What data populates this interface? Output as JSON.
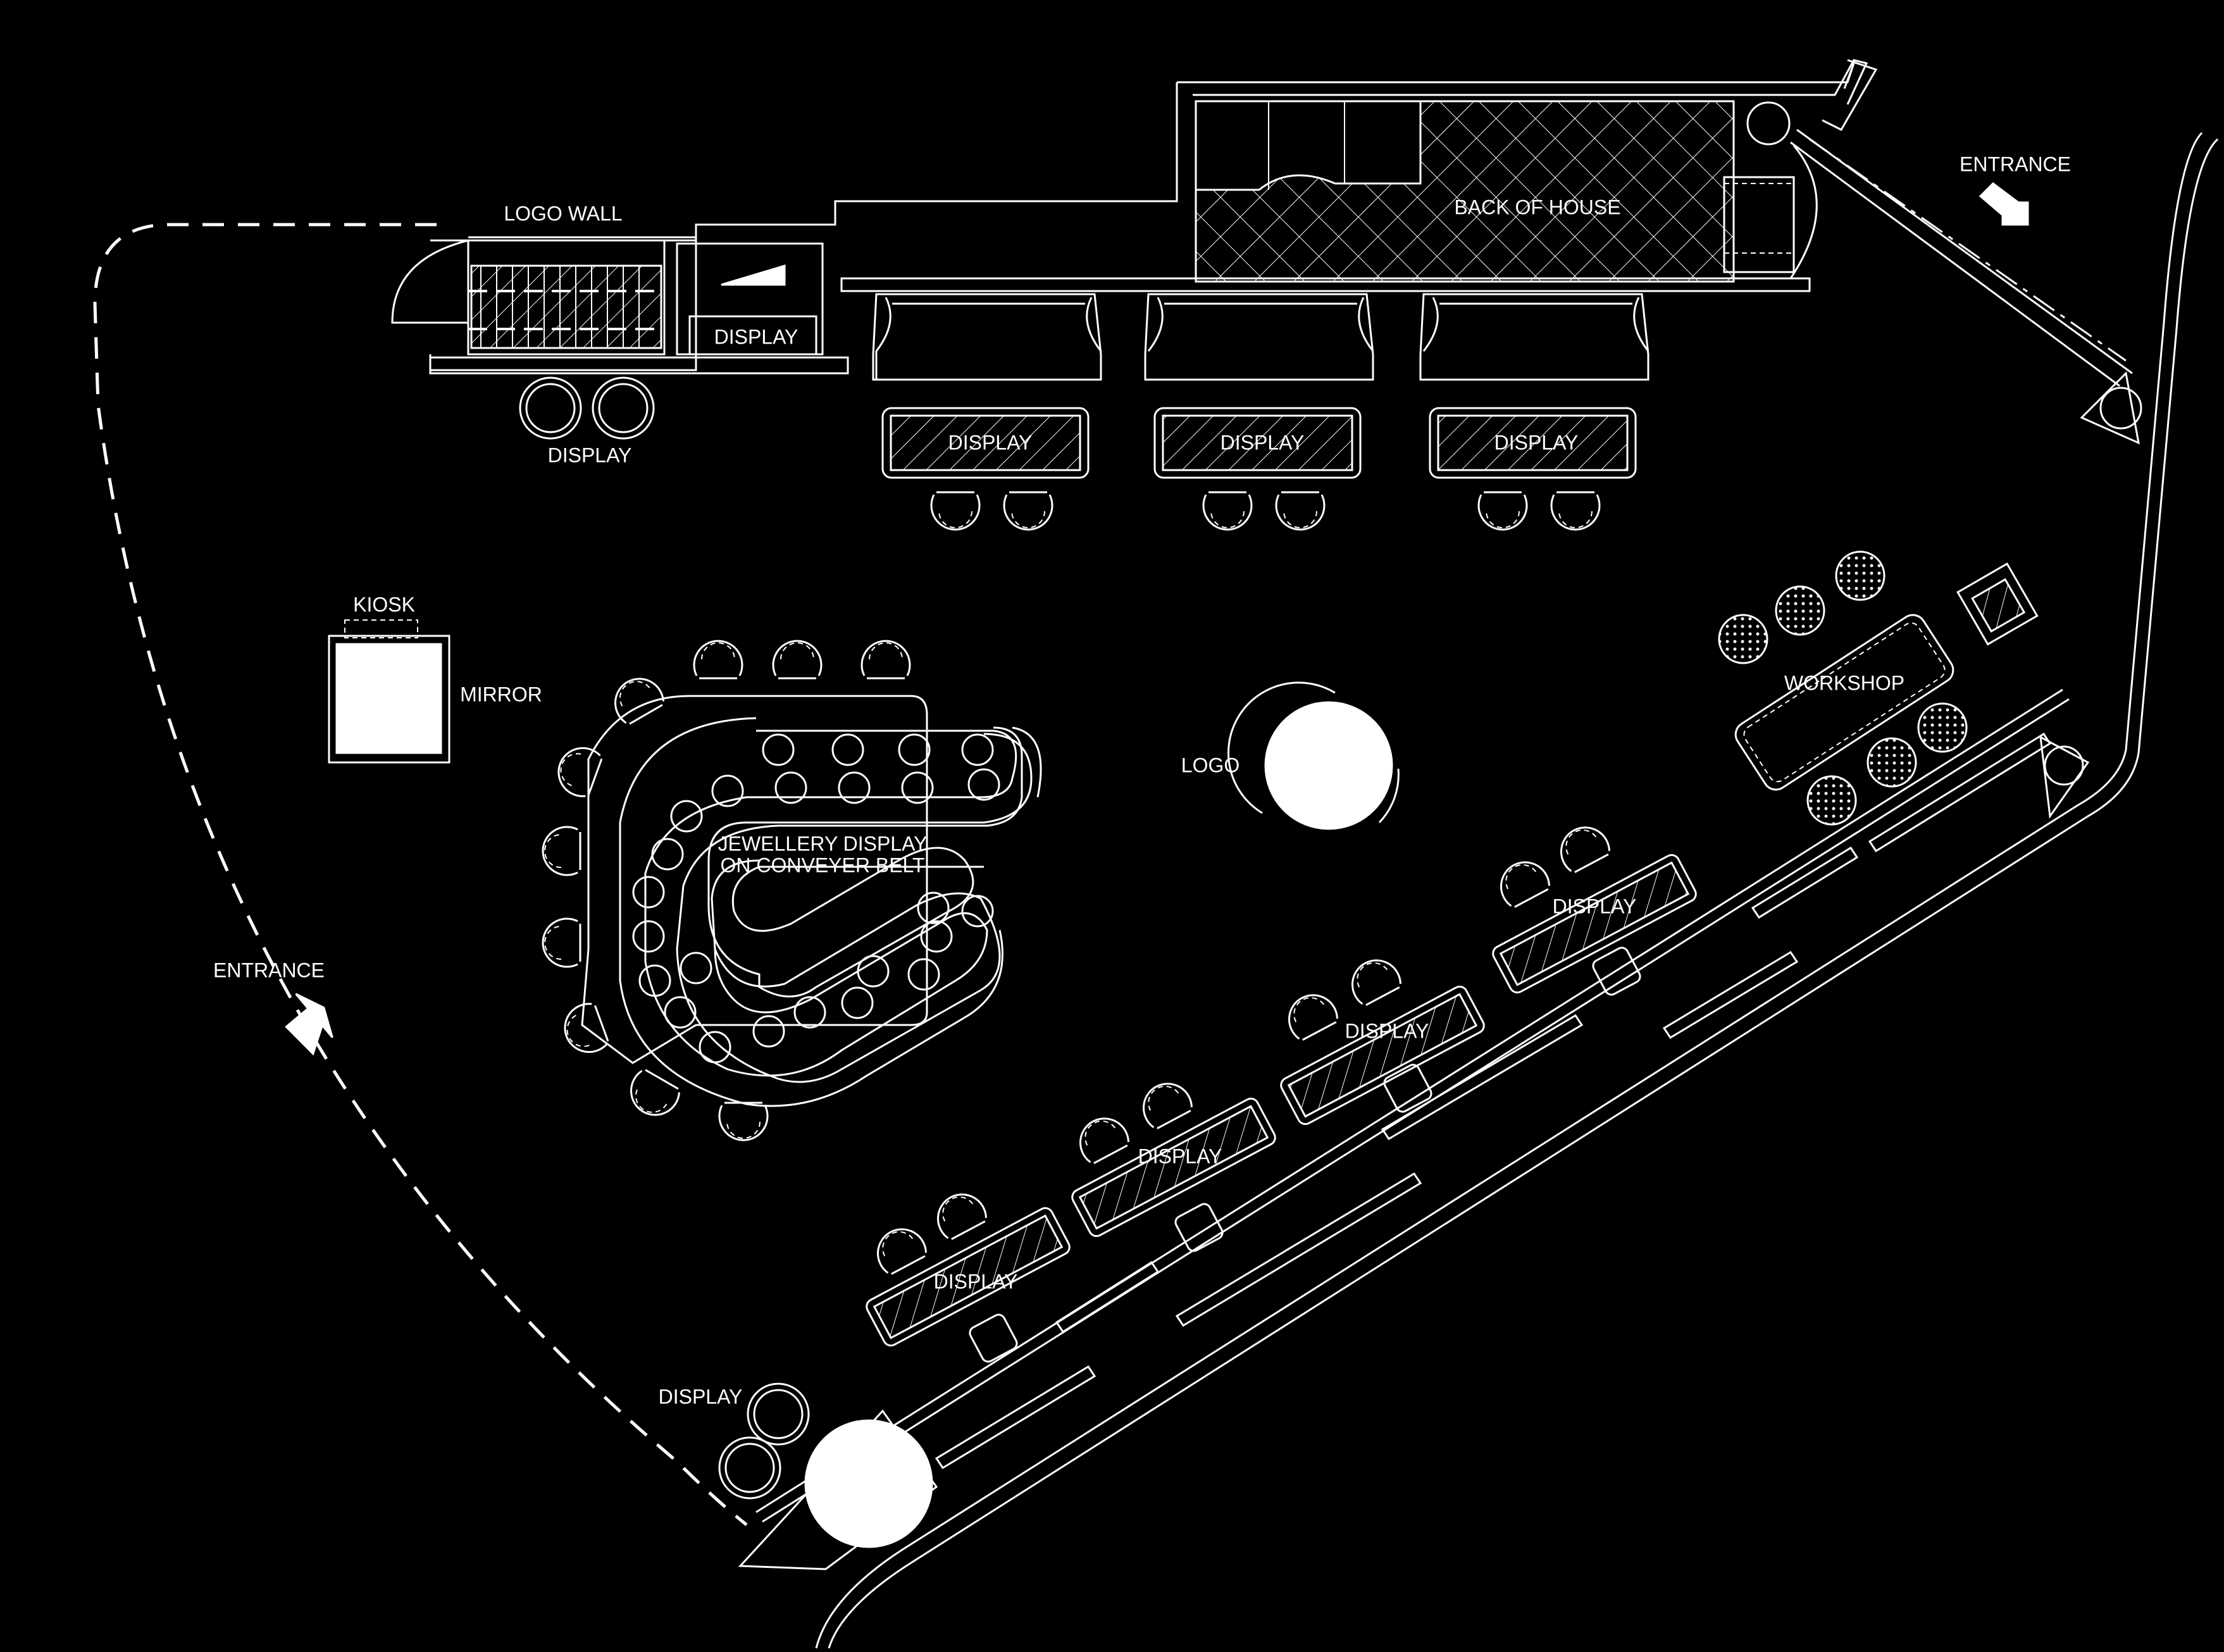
{
  "plan": {
    "labels": {
      "logo_wall": "LOGO WALL",
      "back_of_house": "BACK OF HOUSE",
      "entrance_top": "ENTRANCE",
      "entrance_left": "ENTRANCE",
      "display_wall": "DISPLAY",
      "display_round_top": "DISPLAY",
      "display_bar_1": "DISPLAY",
      "display_bar_2": "DISPLAY",
      "display_bar_3": "DISPLAY",
      "kiosk": "KIOSK",
      "mirror": "MIRROR",
      "jewellery_line1": "JEWELLERY DISPLAY",
      "jewellery_line2": "ON CONVEYER BELT",
      "logo": "LOGO",
      "workshop": "WORKSHOP",
      "display_diag_1": "DISPLAY",
      "display_diag_2": "DISPLAY",
      "display_diag_3": "DISPLAY",
      "display_diag_4": "DISPLAY",
      "display_round_bottom": "DISPLAY"
    },
    "colors": {
      "background": "#000000",
      "linework": "#ffffff"
    }
  }
}
